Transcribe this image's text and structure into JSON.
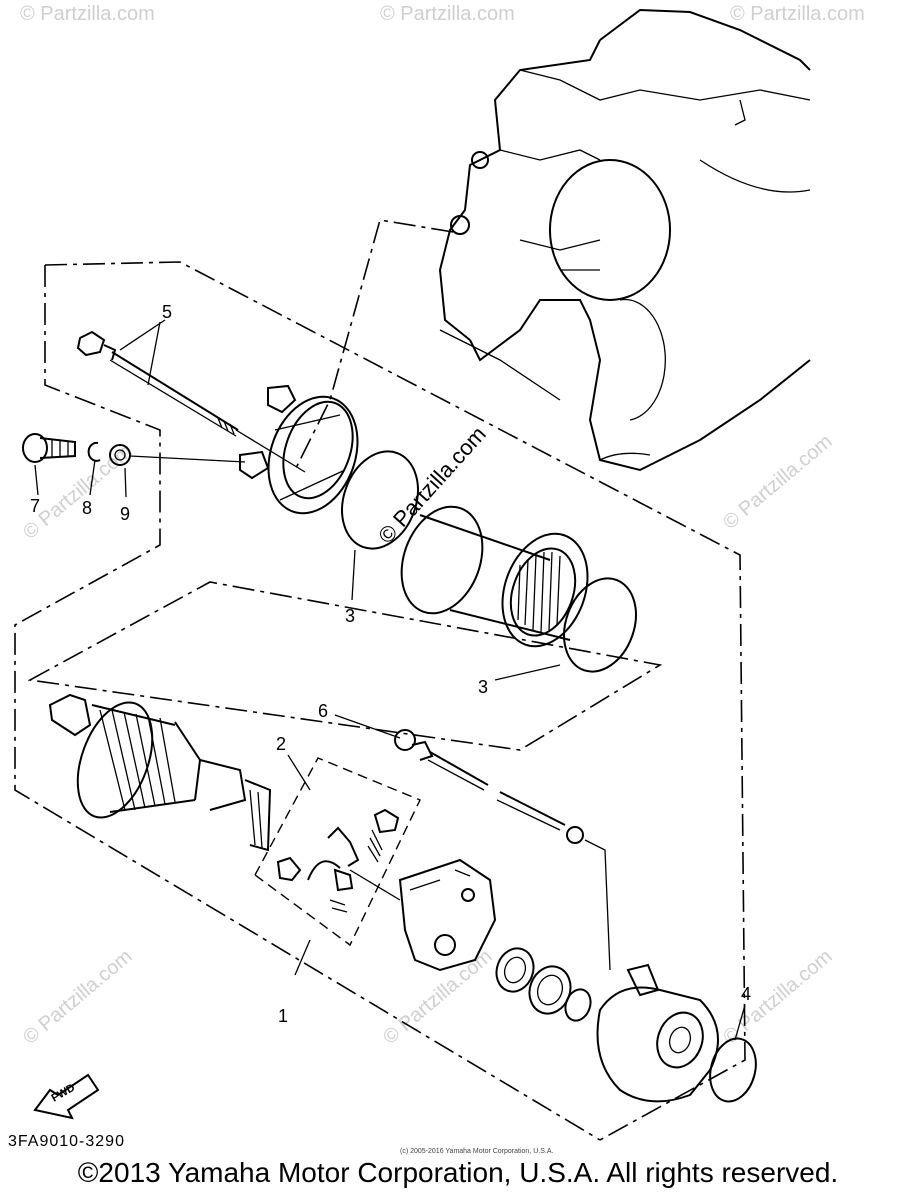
{
  "diagram": {
    "callouts": {
      "c1": "1",
      "c2": "2",
      "c3a": "3",
      "c3b": "3",
      "c4": "4",
      "c5": "5",
      "c6": "6",
      "c7": "7",
      "c8": "8",
      "c9": "9"
    },
    "fwd_label": "FWD",
    "watermark": "© Partzilla.com",
    "center_watermark": "© Partzilla.com",
    "part_code": "3FA9010-3290",
    "small_copyright": "(c) 2005-2016 Yamaha Motor Corporation, U.S.A.",
    "copyright": "©2013 Yamaha Motor Corporation, U.S.A. All rights reserved."
  }
}
